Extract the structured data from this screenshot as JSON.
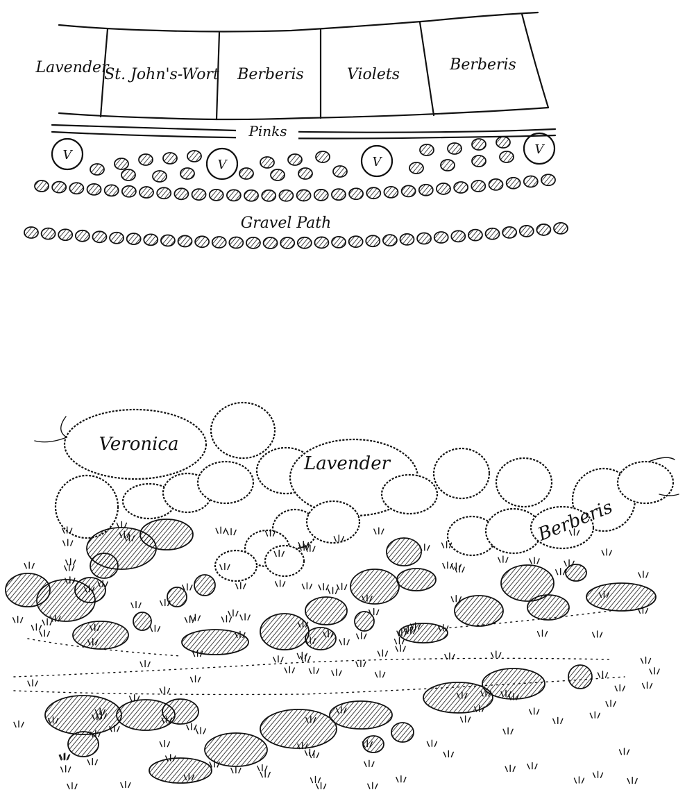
{
  "plan_top": {
    "cells": [
      {
        "label": "Lavender"
      },
      {
        "label": "St. John's-Wort"
      },
      {
        "label": "Berberis"
      },
      {
        "label": "Violets"
      },
      {
        "label": "Berberis"
      }
    ],
    "pinks_label": "Pinks",
    "violet_marker": "V",
    "path_label": "Gravel Path"
  },
  "perspective_view": {
    "labels": {
      "veronica": "Veronica",
      "lavender": "Lavender",
      "berberis": "Berberis"
    }
  },
  "colors": {
    "ink": "#111111",
    "paper": "#ffffff"
  }
}
